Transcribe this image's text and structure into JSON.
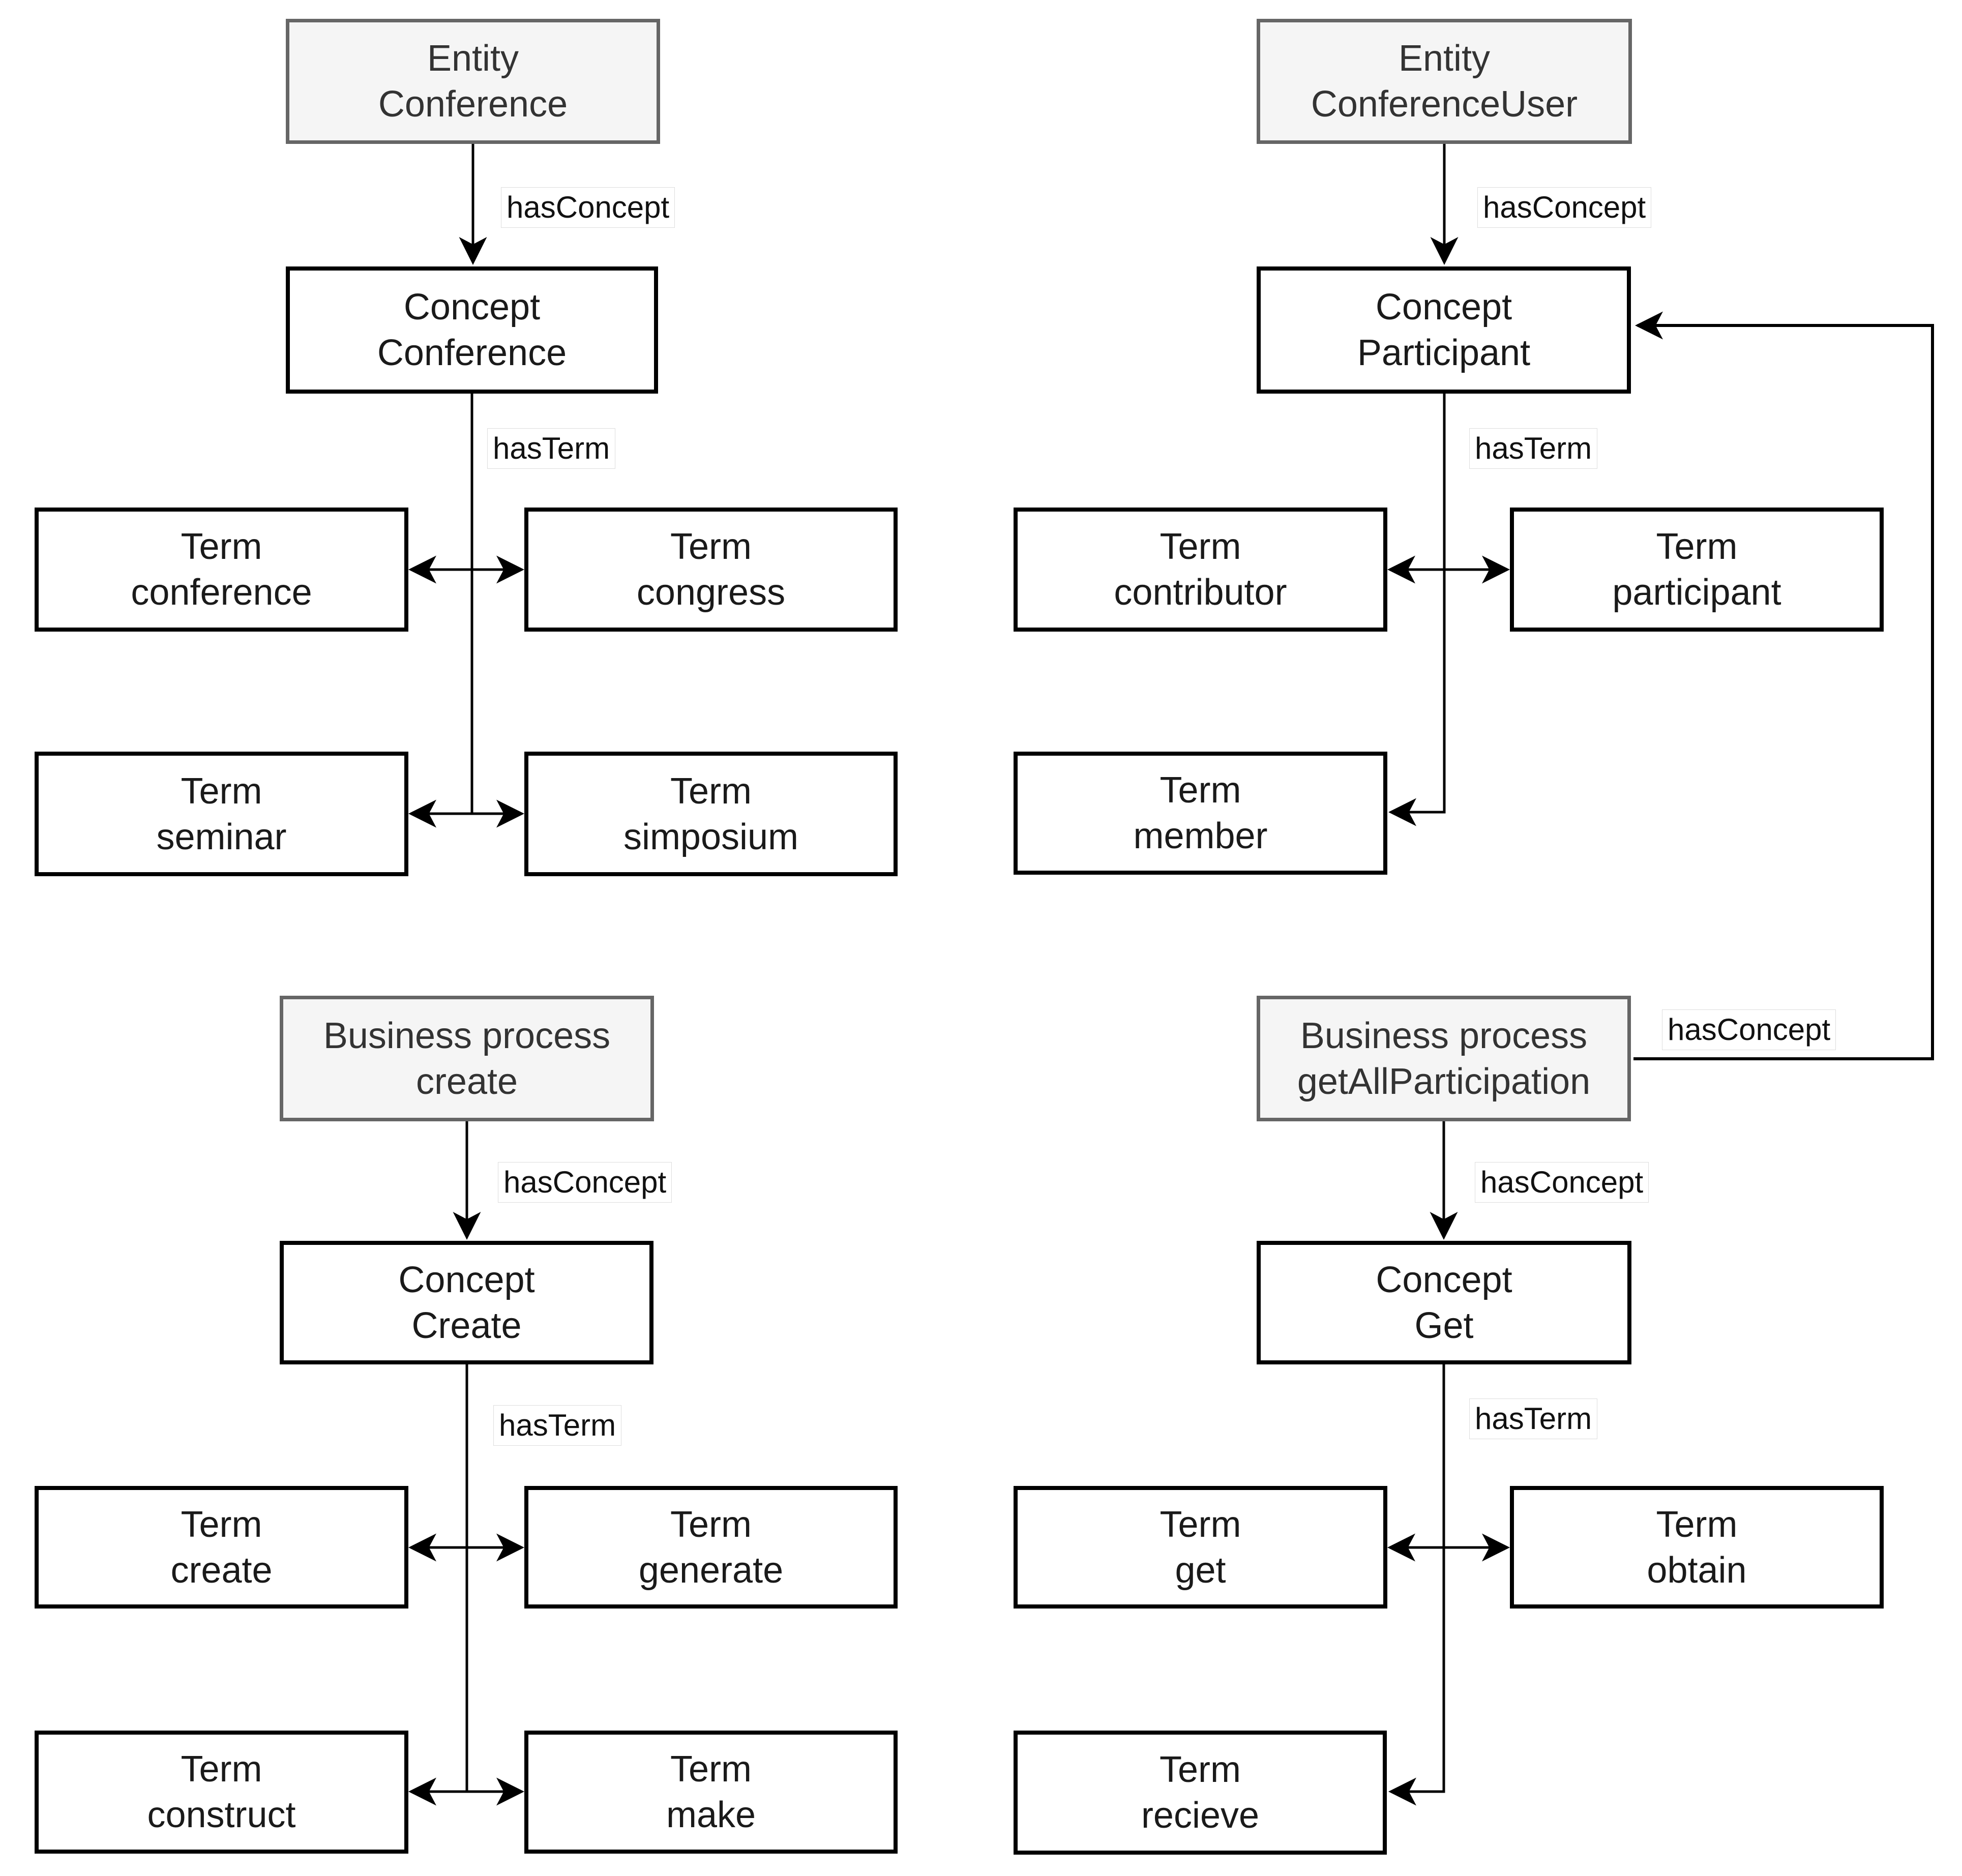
{
  "diagram": {
    "edge_labels": {
      "has_concept": "hasConcept",
      "has_term": "hasTerm"
    },
    "colors": {
      "parent_fill": "#f5f5f5",
      "parent_border": "#666666",
      "node_fill": "#ffffff",
      "node_border": "#000000",
      "edge": "#000000",
      "background": "#ffffff"
    },
    "groups": [
      {
        "id": "conference",
        "parent": {
          "line1": "Entity",
          "line2": "Conference"
        },
        "concept": {
          "line1": "Concept",
          "line2": "Conference"
        },
        "terms": [
          {
            "line1": "Term",
            "line2": "conference"
          },
          {
            "line1": "Term",
            "line2": "congress"
          },
          {
            "line1": "Term",
            "line2": "seminar"
          },
          {
            "line1": "Term",
            "line2": "simposium"
          }
        ]
      },
      {
        "id": "conference-user",
        "parent": {
          "line1": "Entity",
          "line2": "ConferenceUser"
        },
        "concept": {
          "line1": "Concept",
          "line2": "Participant"
        },
        "terms": [
          {
            "line1": "Term",
            "line2": "contributor"
          },
          {
            "line1": "Term",
            "line2": "participant"
          },
          {
            "line1": "Term",
            "line2": "member"
          }
        ]
      },
      {
        "id": "create",
        "parent": {
          "line1": "Business process",
          "line2": "create"
        },
        "concept": {
          "line1": "Concept",
          "line2": "Create"
        },
        "terms": [
          {
            "line1": "Term",
            "line2": "create"
          },
          {
            "line1": "Term",
            "line2": "generate"
          },
          {
            "line1": "Term",
            "line2": "construct"
          },
          {
            "line1": "Term",
            "line2": "make"
          }
        ]
      },
      {
        "id": "get-all-participation",
        "parent": {
          "line1": "Business process",
          "line2": "getAllParticipation"
        },
        "concept": {
          "line1": "Concept",
          "line2": "Get"
        },
        "terms": [
          {
            "line1": "Term",
            "line2": "get"
          },
          {
            "line1": "Term",
            "line2": "obtain"
          },
          {
            "line1": "Term",
            "line2": "recieve"
          }
        ]
      }
    ],
    "relations": [
      {
        "from": "Entity Conference",
        "label": "hasConcept",
        "to": "Concept Conference"
      },
      {
        "from": "Concept Conference",
        "label": "hasTerm",
        "to": "Term conference, Term congress, Term seminar, Term simposium"
      },
      {
        "from": "Entity ConferenceUser",
        "label": "hasConcept",
        "to": "Concept Participant"
      },
      {
        "from": "Concept Participant",
        "label": "hasTerm",
        "to": "Term contributor, Term participant, Term member"
      },
      {
        "from": "Business process create",
        "label": "hasConcept",
        "to": "Concept Create"
      },
      {
        "from": "Concept Create",
        "label": "hasTerm",
        "to": "Term create, Term generate, Term construct, Term make"
      },
      {
        "from": "Business process getAllParticipation",
        "label": "hasConcept",
        "to": "Concept Get"
      },
      {
        "from": "Business process getAllParticipation",
        "label": "hasConcept",
        "to": "Concept Participant"
      },
      {
        "from": "Concept Get",
        "label": "hasTerm",
        "to": "Term get, Term obtain, Term recieve"
      }
    ]
  }
}
